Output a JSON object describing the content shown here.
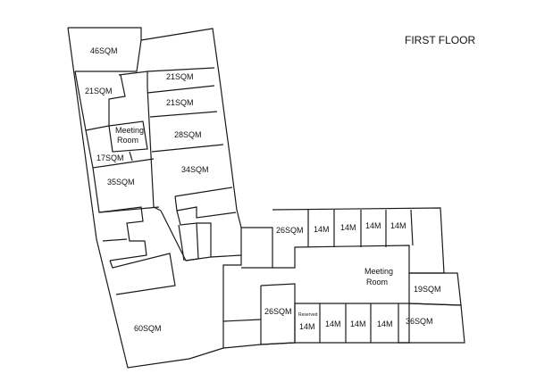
{
  "title": "FIRST FLOOR",
  "rooms": {
    "r46": "46SQM",
    "r21a": "21SQM",
    "r21b": "21SQM",
    "r21c": "21SQM",
    "meeting1_line1": "Meeting",
    "meeting1_line2": "Room",
    "r28": "28SQM",
    "r17": "17SQM",
    "r35": "35SQM",
    "r34": "34SQM",
    "r26a": "26SQM",
    "r14a": "14M",
    "r14b": "14M",
    "r14c": "14M",
    "r14d": "14M",
    "meeting2_line1": "Meeting",
    "meeting2_line2": "Room",
    "r19": "19SQM",
    "r26b": "26SQM",
    "reserved": "Reserved",
    "r14e": "14M",
    "r14f": "14M",
    "r14g": "14M",
    "r14h": "14M",
    "r36": "36SQM",
    "r60": "60SQM"
  }
}
